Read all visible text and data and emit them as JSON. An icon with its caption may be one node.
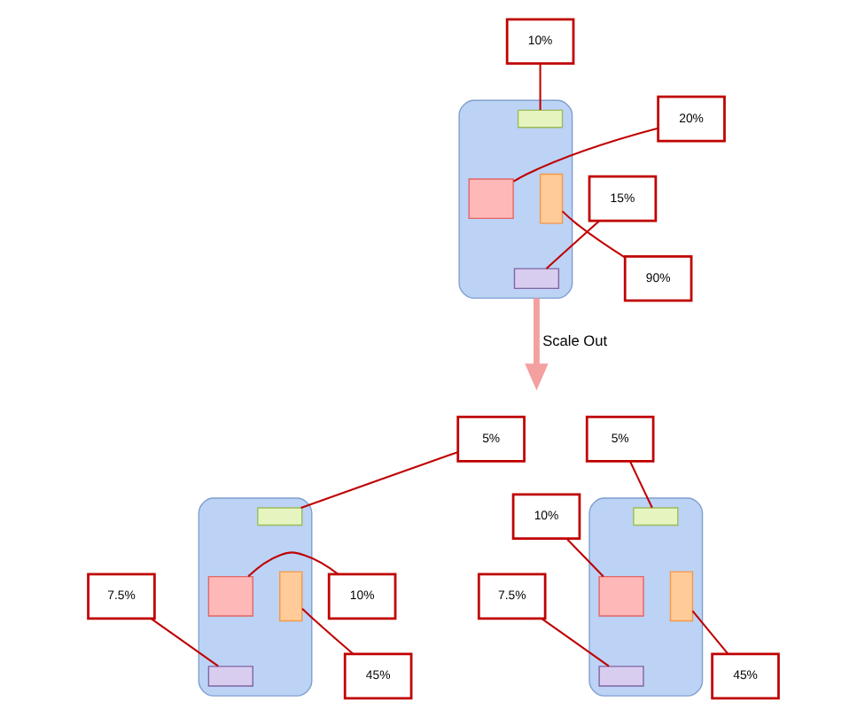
{
  "diagram": {
    "nodes": [
      {
        "text": [],
        "shape": "box"
      },
      {
        "text": [],
        "shape": "box",
        "in": 0
      },
      {
        "text": [],
        "shape": "box",
        "in": 0
      },
      {
        "text": [],
        "shape": "box",
        "in": 0
      },
      {
        "text": [],
        "shape": "box",
        "in": 0
      },
      {
        "text": [
          "10%"
        ]
      },
      {
        "text": [
          "20%"
        ]
      },
      {
        "text": [
          "90%"
        ]
      },
      {
        "text": [
          "15%"
        ]
      },
      {
        "text": [],
        "shape": "box"
      },
      {
        "text": [],
        "shape": "box",
        "in": 9
      },
      {
        "text": [],
        "shape": "box",
        "in": 9
      },
      {
        "text": [],
        "shape": "box",
        "in": 9
      },
      {
        "text": [],
        "shape": "box",
        "in": 9
      },
      {
        "text": [
          "5%"
        ]
      },
      {
        "text": [
          "10%"
        ]
      },
      {
        "text": [
          "45%"
        ]
      },
      {
        "text": [
          "7.5%"
        ]
      },
      {
        "text": [],
        "shape": "box"
      },
      {
        "text": [],
        "shape": "box",
        "in": 18
      },
      {
        "text": [],
        "shape": "box",
        "in": 18
      },
      {
        "text": [],
        "shape": "box",
        "in": 18
      },
      {
        "text": [],
        "shape": "box",
        "in": 18
      },
      {
        "text": [
          "5%"
        ]
      },
      {
        "text": [
          "10%"
        ]
      },
      {
        "text": [
          "45%"
        ]
      },
      {
        "text": [
          "7.5%"
        ]
      }
    ],
    "edges": [
      {
        "from": 5,
        "to": 1,
        "arrow": "none"
      },
      {
        "from": 6,
        "to": 2,
        "arrow": "none"
      },
      {
        "from": 7,
        "to": 3,
        "arrow": "none"
      },
      {
        "from": 8,
        "to": 4,
        "arrow": "none"
      },
      {
        "from": 0,
        "to": null,
        "arrow": "to",
        "label": "Scale Out",
        "style": "thick",
        "color": "#f4a0a0"
      },
      {
        "from": 14,
        "to": 10,
        "arrow": "none"
      },
      {
        "from": 15,
        "to": 11,
        "arrow": "none"
      },
      {
        "from": 16,
        "to": 12,
        "arrow": "none"
      },
      {
        "from": 17,
        "to": 13,
        "arrow": "none"
      },
      {
        "from": 23,
        "to": 19,
        "arrow": "none"
      },
      {
        "from": 24,
        "to": 20,
        "arrow": "none"
      },
      {
        "from": 25,
        "to": 21,
        "arrow": "none"
      },
      {
        "from": 26,
        "to": 22,
        "arrow": "none"
      }
    ]
  }
}
